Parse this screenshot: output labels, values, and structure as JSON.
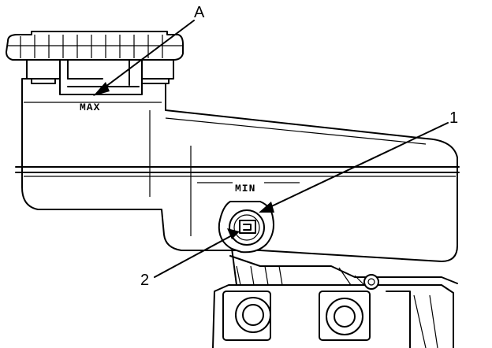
{
  "callouts": {
    "a": "A",
    "one": "1",
    "two": "2"
  },
  "markings": {
    "max": "MAX",
    "min": "MIN"
  }
}
